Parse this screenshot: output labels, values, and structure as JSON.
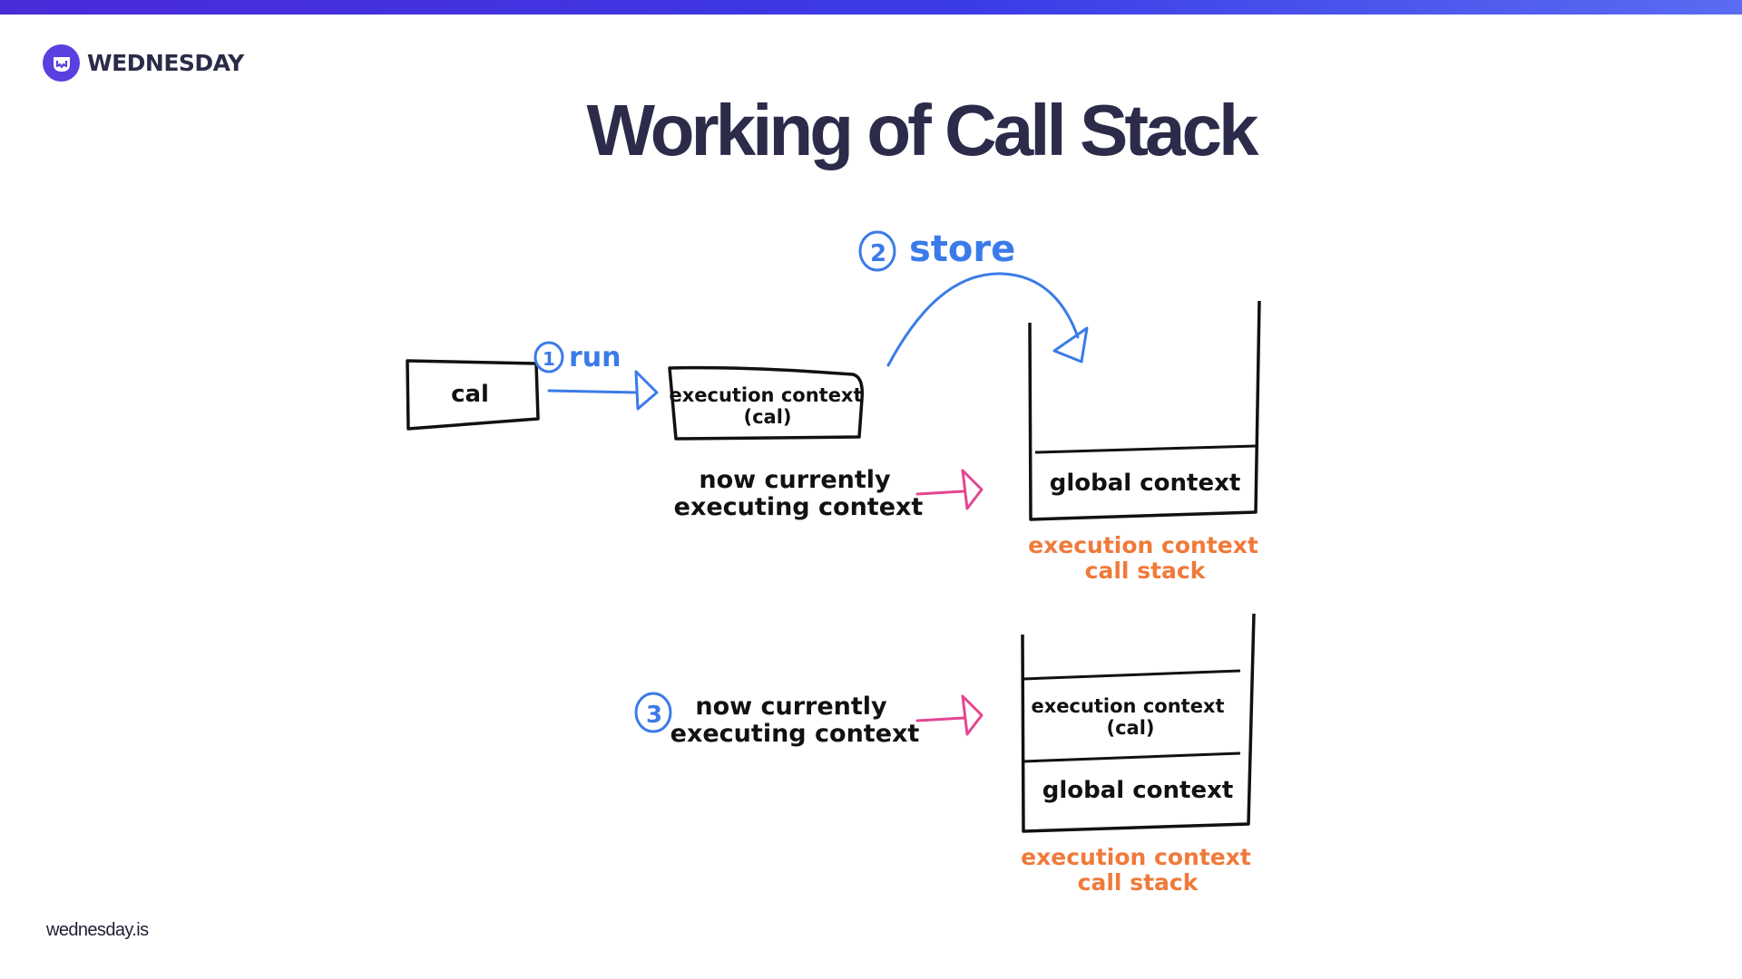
{
  "slide": {
    "brand": "WEDNESDAY",
    "title": "Working of Call Stack",
    "footer": "wednesday.is"
  },
  "icons": {
    "logo": "wednesday-logo-icon"
  },
  "colors": {
    "brand_purple": "#5b3fe0",
    "title_navy": "#2c2b4a",
    "step_blue": "#3b7be9",
    "pointer_pink": "#e64593",
    "caption_orange": "#f07a3a",
    "ink": "#111111"
  },
  "diagram": {
    "function_box": "cal",
    "step1": {
      "number": "1",
      "label": "run"
    },
    "step2": {
      "number": "2",
      "label": "store"
    },
    "step3": {
      "number": "3"
    },
    "exec_box": {
      "line1": "execution context",
      "line2": "(cal)"
    },
    "pointer_label": {
      "line1": "now currently",
      "line2": "executing context"
    },
    "stack1": {
      "frames": [
        "global context"
      ],
      "caption1": "execution context",
      "caption2": "call stack"
    },
    "stack2": {
      "top_frame": {
        "line1": "execution context",
        "line2": "(cal)"
      },
      "bottom_frame": "global context",
      "caption1": "execution context",
      "caption2": "call stack"
    }
  }
}
